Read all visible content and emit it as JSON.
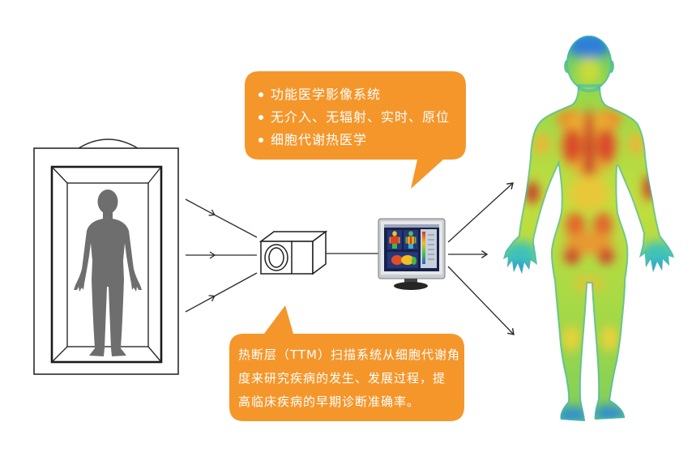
{
  "top_bubble": {
    "items": [
      "功能医学影像系统",
      "无介入、无辐射、实时、原位",
      "细胞代谢热医学"
    ]
  },
  "bottom_bubble": {
    "lines": [
      "热断层（TTM）扫描系统从细胞代谢角",
      "度来研究疾病的发生、发展过程，提",
      "高临床疾病的早期诊断准确率。"
    ]
  },
  "icons": {
    "booth": "scanner-booth-icon",
    "subject": "human-silhouette-icon",
    "camera": "infrared-camera-icon",
    "monitor": "monitor-icon",
    "thermal_image": "thermal-body-image"
  },
  "colors": {
    "background": "#ffffff",
    "bubble": "#f5962b",
    "bubble_text": "#ffffff",
    "line": "#2a2a2a",
    "silhouette": "#6e6e6e"
  }
}
